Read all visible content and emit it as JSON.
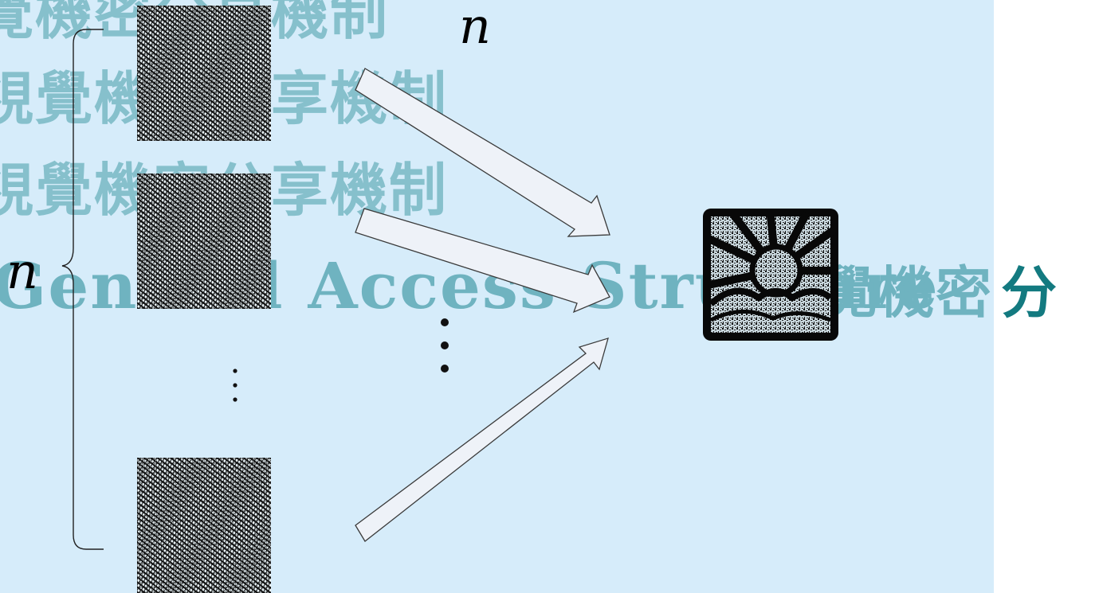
{
  "watermarks": {
    "line1": "覺機密分享機制",
    "line2": "視覺機密分享機制",
    "line3": "視覺機密分享機制",
    "line4": "General Access Structure",
    "line5a": "覺機密",
    "line5b": "分"
  },
  "labels": {
    "n_top": "n",
    "n_left": "n"
  },
  "icons": {
    "share_images": "noise-share-image",
    "secret_image": "sun-secret-image"
  },
  "colors": {
    "background": "#d6ecfa",
    "watermark": "#86c0cc",
    "watermark_dark": "#137a80",
    "arrow_fill": "#eef2f8",
    "arrow_stroke": "#3a3a3a"
  }
}
